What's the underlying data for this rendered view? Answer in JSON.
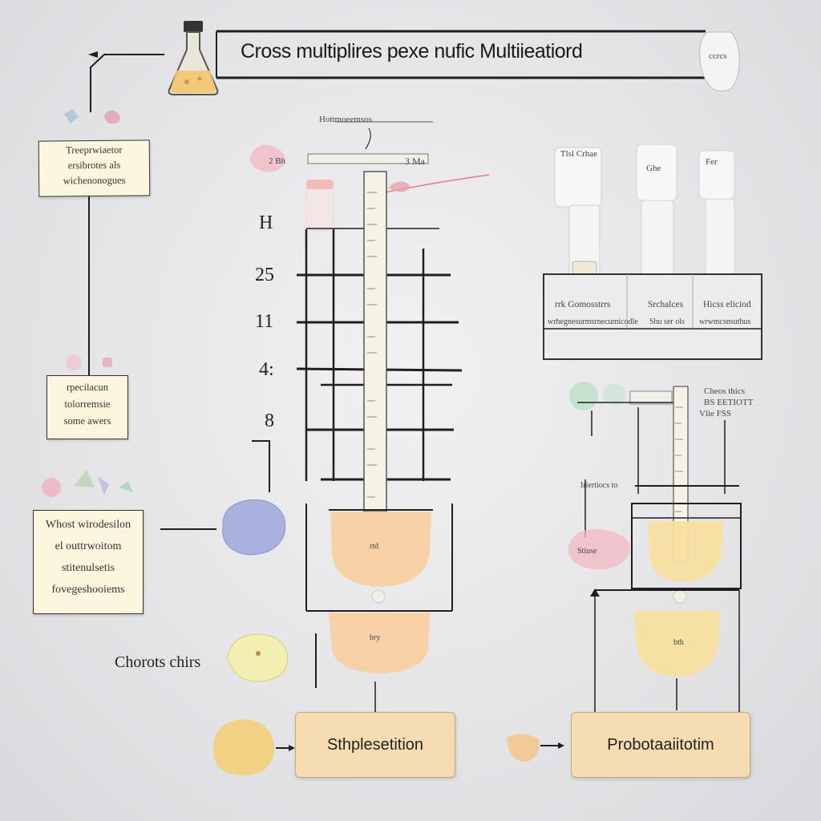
{
  "title": "Cross multiplires pexe nufic Multiieatiord",
  "title_tag": "ccrcs",
  "notes": {
    "top_left": [
      "Treeprwiaetor",
      "ersibrotes als",
      "wichenonogues"
    ],
    "mid_left": [
      "rpecilacun",
      "tolorremsie",
      "some awers"
    ],
    "lower_left": [
      "Whost wirodesilon",
      "el outtrwoitom",
      "stitenulsetis",
      "fovegeshooiems"
    ]
  },
  "bottom_left_label": "Chorots chirs",
  "scale_header": "Hottmoeemsos",
  "scale_tags": [
    "2 Bh",
    "3 Ma"
  ],
  "y_labels": [
    "H",
    "25",
    "11",
    "4:",
    "8"
  ],
  "right_panel": {
    "columns": [
      "rrk Gomosstrrs",
      "Srchalces",
      "Hicss eliciod"
    ],
    "subtexts": [
      "wrhegnesurmsrnecumicodle",
      "Shu ser ols",
      "wrwmcsnsuthus"
    ],
    "tube_labels": [
      "Tlsl Crhae",
      "Ghe",
      "Fer"
    ]
  },
  "right_lower": {
    "side_labels": [
      "Cheos thics",
      "BS EETIOTT",
      "Vlie FSS"
    ],
    "mid_labels": [
      "Iriertiocs to"
    ],
    "pink_label": "Stiuse"
  },
  "center_beaker_labels": [
    "rtd",
    "bry",
    "bth"
  ],
  "bottom_boxes": [
    "Sthplesetition",
    "Probotaaiitotim"
  ],
  "colors": {
    "beaker": "#f7cfa0",
    "note_bg": "#fbf6dd",
    "bottom_box": "#f6dcb2",
    "line": "#1f1f1f"
  },
  "icons": [
    "flask-icon",
    "burette-icon",
    "molecule-icon",
    "test-tube-icon"
  ]
}
